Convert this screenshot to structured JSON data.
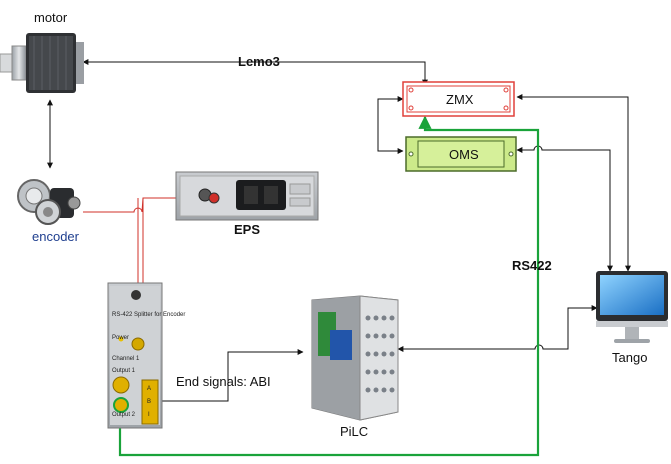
{
  "nodes": {
    "motor": "motor",
    "encoder": "encoder",
    "eps": "EPS",
    "zmx": "ZMX",
    "oms": "OMS",
    "tango": "Tango",
    "pilc": "PiLC"
  },
  "edges": {
    "lemo3": "Lemo3",
    "rs422": "RS422",
    "end_signals": "End signals: ABI"
  },
  "splitter_text": {
    "title": "RS-422 Splitter for Encoder",
    "power": "Power",
    "channel": "Channel 1",
    "output1": "Output 1",
    "output2": "Output 2",
    "pins": [
      "A",
      "B",
      "I"
    ]
  },
  "colors": {
    "zmx_border": "#e0403a",
    "oms_fill": "#ccea8a",
    "oms_border": "#4b6b2a",
    "rs422_line": "#1aa33a",
    "encoder_line": "#d0302a",
    "encoder_label": "#1f3f8f"
  }
}
